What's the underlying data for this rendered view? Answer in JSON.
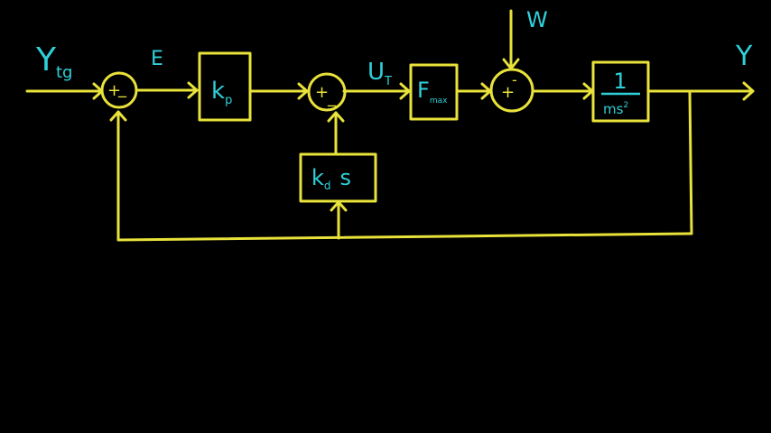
{
  "signals": {
    "target": "Y",
    "target_sub": "tg",
    "error": "E",
    "thrust": "U",
    "thrust_sub": "T",
    "disturbance": "W",
    "output": "Y"
  },
  "blocks": {
    "kp": {
      "main": "k",
      "sub": "p"
    },
    "fmax": {
      "main": "F",
      "sub": "max"
    },
    "plant": {
      "num": "1",
      "den": "ms",
      "den_sup": "2"
    },
    "kd": {
      "main": "k",
      "sub": "d",
      "suffix": "s"
    }
  },
  "junctions": {
    "sum1": {
      "plus": "+",
      "minus": "_"
    },
    "sum2": {
      "plus": "+",
      "minus": "_"
    },
    "sum3": {
      "plus": "+",
      "minus": "-"
    }
  },
  "colors": {
    "line": "#e8e23a",
    "label": "#2fd0d8",
    "background": "#000000"
  }
}
